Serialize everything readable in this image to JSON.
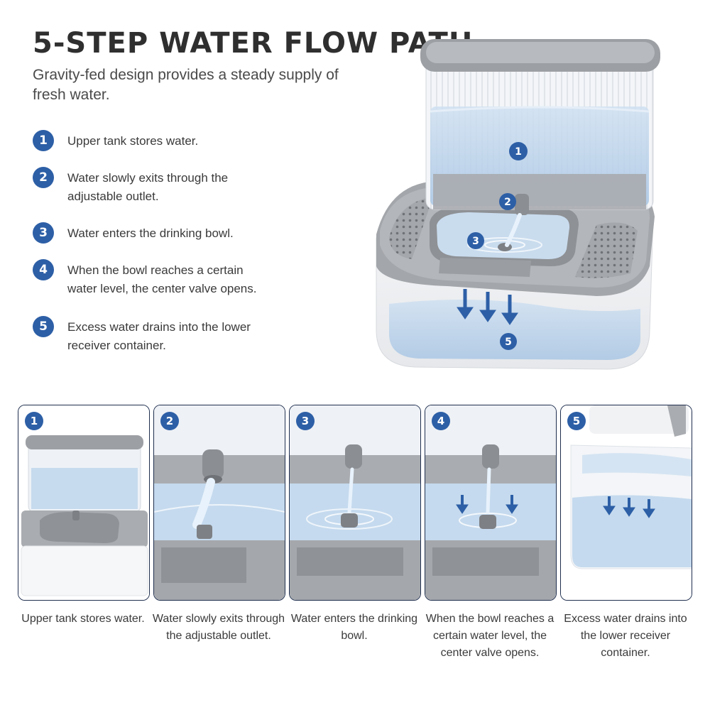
{
  "header": {
    "title": "5-STEP WATER FLOW PATH",
    "subtitle": "Gravity-fed design provides a steady supply of fresh water."
  },
  "steps": [
    {
      "number": "1",
      "text": "Upper tank stores water."
    },
    {
      "number": "2",
      "text": "Water slowly exits through the adjustable outlet."
    },
    {
      "number": "3",
      "text": "Water enters the drinking bowl."
    },
    {
      "number": "4",
      "text": "When the bowl reaches a certain water level, the center valve opens."
    },
    {
      "number": "5",
      "text": "Excess water drains into the lower receiver container."
    }
  ],
  "hero_labels": [
    "1",
    "2",
    "3",
    "5"
  ],
  "panels": [
    {
      "number": "1",
      "caption": "Upper tank stores water."
    },
    {
      "number": "2",
      "caption": "Water slowly exits through the adjustable outlet."
    },
    {
      "number": "3",
      "caption": "Water enters the drinking bowl."
    },
    {
      "number": "4",
      "caption": "When the bowl reaches a certain water level, the center valve opens."
    },
    {
      "number": "5",
      "caption": "Excess water drains into the lower receiver container."
    }
  ],
  "colors": {
    "badge": "#2d5fa6",
    "panel_border": "#1f2f4f",
    "water": "#b9d2ea",
    "gray_plastic": "#9c9fa3"
  }
}
